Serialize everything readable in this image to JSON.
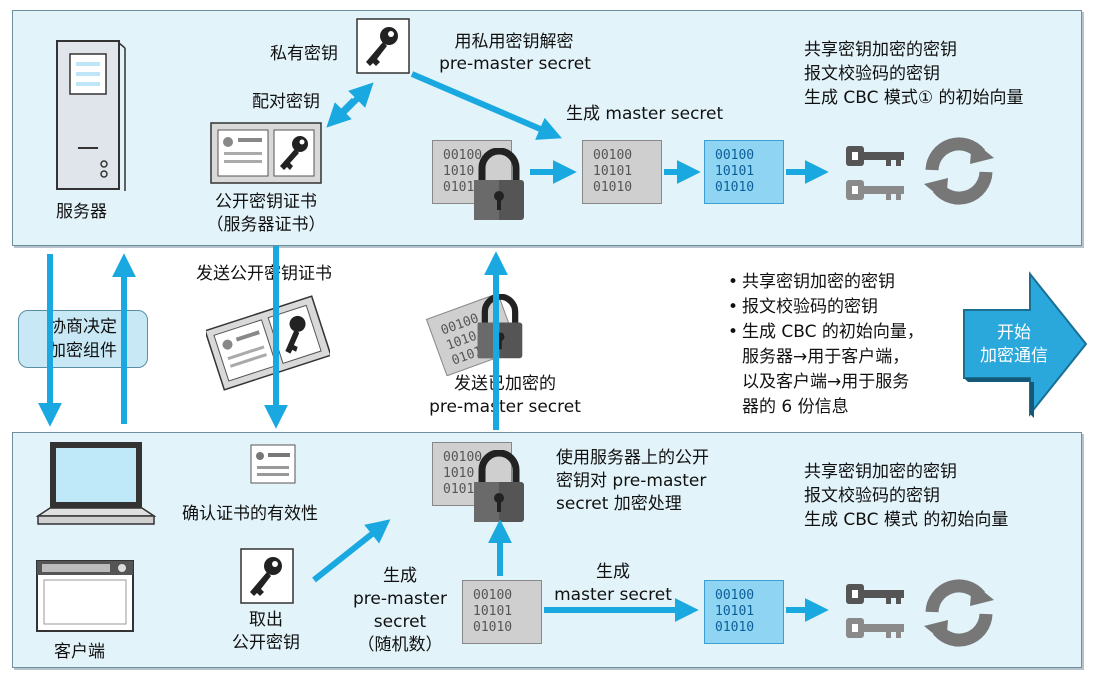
{
  "top_panel": {
    "server_label": "服务器",
    "private_key_label": "私有密钥",
    "pair_key_label": "配对密钥",
    "decrypt_label_1": "用私用密钥解密",
    "decrypt_label_2": "pre-master secret",
    "cert_label_1": "公开密钥证书",
    "cert_label_2": "（服务器证书）",
    "gen_master_label": "生成 master secret",
    "keys_list": [
      "共享密钥加密的密钥",
      "报文校验码的密钥",
      "生成 CBC 模式① 的初始向量"
    ]
  },
  "middle": {
    "negotiate_label_1": "协商决定",
    "negotiate_label_2": "加密组件",
    "send_cert_label": "发送公开密钥证书",
    "send_encrypted_label_1": "发送已加密的",
    "send_encrypted_label_2": "pre-master secret",
    "info_bullets": [
      "共享密钥加密的密钥",
      "报文校验码的密钥",
      "生成 CBC 的初始向量，",
      "服务器→用于客户端，",
      "以及客户端→用于服务",
      "器的 6 份信息"
    ],
    "start_label_1": "开始",
    "start_label_2": "加密通信"
  },
  "bottom_panel": {
    "client_label": "客户端",
    "verify_label": "确认证书的有效性",
    "take_key_label_1": "取出",
    "take_key_label_2": "公开密钥",
    "gen_pre_label": [
      "生成",
      "pre-master",
      "secret",
      "（随机数）"
    ],
    "encrypt_label": [
      "使用服务器上的公开",
      "密钥对 pre-master",
      "secret 加密处理"
    ],
    "gen_master_label_1": "生成",
    "gen_master_label_2": "master secret",
    "keys_list": [
      "共享密钥加密的密钥",
      "报文校验码的密钥",
      "生成 CBC 模式 的初始向量"
    ]
  },
  "binary": {
    "row1": "00100",
    "row2": "10101",
    "row3": "01010",
    "row_partial_1": "00100",
    "row_partial_2": "1010",
    "row_partial_3": "0101"
  },
  "colors": {
    "panel_bg": "#e2f3fa",
    "arrow_blue": "#1aa8e0",
    "start_arrow": "#2aa8dc"
  }
}
